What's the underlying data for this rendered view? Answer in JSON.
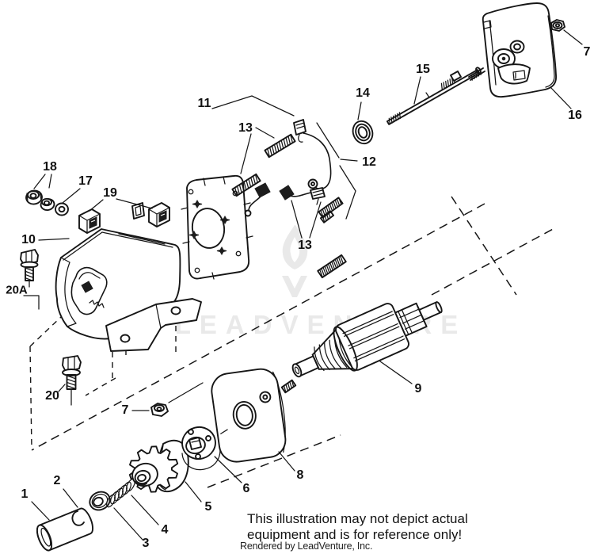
{
  "watermark": {
    "text": "LEADVENTURE",
    "logo": "flame-v-mark",
    "color": "#e9e9e9"
  },
  "disclaimer": {
    "line1": "This illustration may not depict actual",
    "line2": "equipment and is for reference only!",
    "credit": "Rendered by LeadVenture, Inc."
  },
  "colors": {
    "ink": "#161616",
    "paper": "#ffffff",
    "watermark": "#e9e9e9"
  },
  "callouts": {
    "c1": {
      "label": "1"
    },
    "c2": {
      "label": "2"
    },
    "c3": {
      "label": "3"
    },
    "c4": {
      "label": "4"
    },
    "c5": {
      "label": "5"
    },
    "c6": {
      "label": "6"
    },
    "c7a": {
      "label": "7"
    },
    "c7b": {
      "label": "7"
    },
    "c8": {
      "label": "8"
    },
    "c9": {
      "label": "9"
    },
    "c10": {
      "label": "10"
    },
    "c11": {
      "label": "11"
    },
    "c12": {
      "label": "12"
    },
    "c13a": {
      "label": "13"
    },
    "c13b": {
      "label": "13"
    },
    "c14": {
      "label": "14"
    },
    "c15": {
      "label": "15"
    },
    "c16": {
      "label": "16"
    },
    "c17": {
      "label": "17"
    },
    "c18": {
      "label": "18"
    },
    "c19": {
      "label": "19"
    },
    "c20": {
      "label": "20"
    },
    "c20a": {
      "label": "20A"
    }
  }
}
